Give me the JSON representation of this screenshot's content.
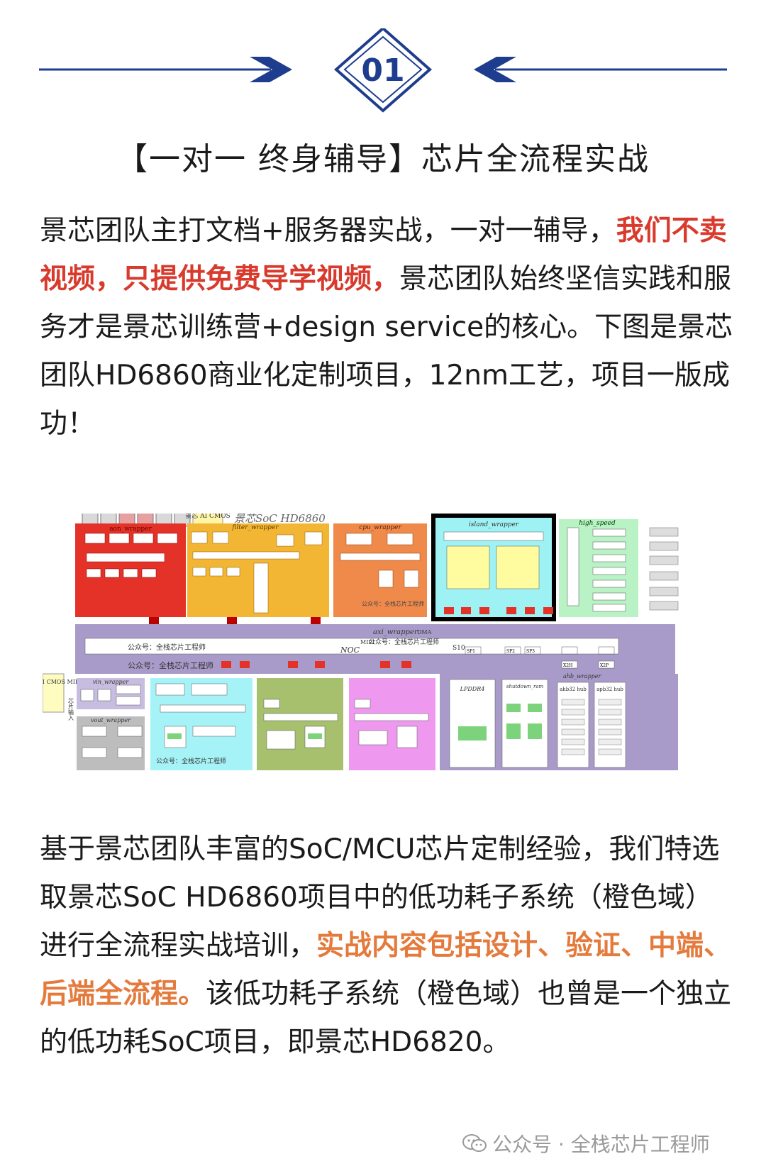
{
  "header": {
    "badge_number": "01",
    "title": "【一对一 终身辅导】芯片全流程实战",
    "line_color": "#1e3d8f"
  },
  "para1": {
    "t1": "景芯团队主打文档+服务器实战，一对一辅导，",
    "t2_red": "我们不卖视频，只提供免费导学视频，",
    "t3": "景芯团队始终坚信实践和服务才是景芯训练营+design service的核心。下图是景芯团队HD6860商业化定制项目，12nm工艺，项目一版成功！"
  },
  "diagram": {
    "title": "景芯SoC HD6860",
    "watermark": "公众号：全栈芯片工程师",
    "top_badge": "景芯 AI CMOS",
    "left_badge": "景芯 AI CMOS MIPI",
    "left_label": "芯片输入",
    "labels": {
      "aon": "aon_wrapper",
      "filter": "filter_wrapper",
      "cpu": "cpu_wrapper",
      "island": "island_wrapper",
      "high_speed": "high_speed",
      "axi": "axi_wrapper",
      "dma": "DMA",
      "noc": "NOC",
      "s10": "S10",
      "vin": "vin_wrapper",
      "vout": "vout_wrapper",
      "lpddr": "LPDDR4",
      "shutdown": "shutdown_ram",
      "ahb": "ahb_wrapper",
      "ahb_hub": "ahb32 hub",
      "apb_hub": "apb32 hub",
      "mipi": "MIPI",
      "sp1": "SP1",
      "sp2": "SP2",
      "sp3": "SP3",
      "x2h": "X2H",
      "x2p": "X2P"
    }
  },
  "para2": {
    "t1": "基于景芯团队丰富的SoC/MCU芯片定制经验，我们特选取景芯SoC HD6860项目中的低功耗子系统（橙色域）进行全流程实战培训，",
    "t2_orange": "实战内容包括设计、验证、中端、后端全流程。",
    "t3": "该低功耗子系统（橙色域）也曾是一个独立的低功耗SoC项目，即景芯HD6820。"
  },
  "footer": {
    "watermark": "公众号 · 全栈芯片工程师"
  }
}
